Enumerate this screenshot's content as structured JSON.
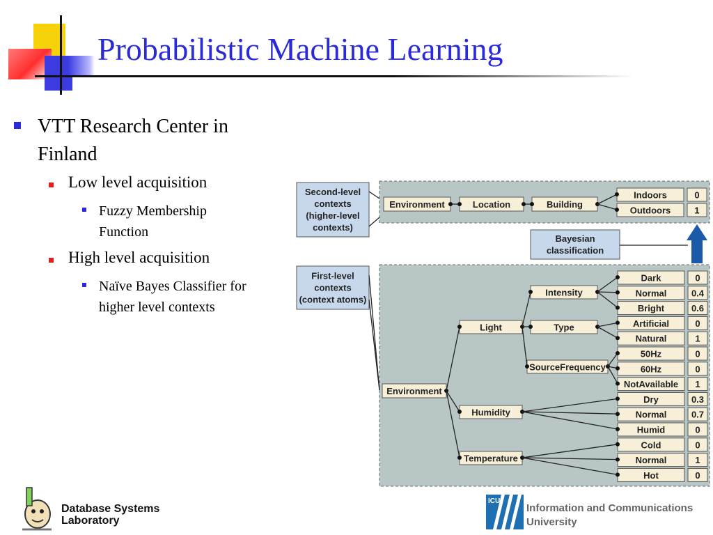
{
  "title": "Probabilistic Machine Learning",
  "bullets": {
    "l1": "VTT Research Center in Finland",
    "l2a": "Low level acquisition",
    "l3a": "Fuzzy Membership Function",
    "l2b": "High level acquisition",
    "l3b": "Naïve Bayes Classifier for higher level contexts"
  },
  "diagram": {
    "second_level_label": [
      "Second-level",
      "contexts",
      "(higher-level",
      "contexts)"
    ],
    "first_level_label": [
      "First-level",
      "contexts",
      "(context atoms)"
    ],
    "bayesian_label": [
      "Bayesian",
      "classification"
    ],
    "top_nodes": [
      "Environment",
      "Location",
      "Building"
    ],
    "top_leaves": [
      {
        "label": "Indoors",
        "value": "0"
      },
      {
        "label": "Outdoors",
        "value": "1"
      }
    ],
    "root": "Environment",
    "level1": [
      "Light",
      "Humidity",
      "Temperature"
    ],
    "level2": [
      "Intensity",
      "Type",
      "SourceFrequency"
    ],
    "leaves": [
      {
        "label": "Dark",
        "value": "0"
      },
      {
        "label": "Normal",
        "value": "0.4"
      },
      {
        "label": "Bright",
        "value": "0.6"
      },
      {
        "label": "Artificial",
        "value": "0"
      },
      {
        "label": "Natural",
        "value": "1"
      },
      {
        "label": "50Hz",
        "value": "0"
      },
      {
        "label": "60Hz",
        "value": "0"
      },
      {
        "label": "NotAvailable",
        "value": "1"
      },
      {
        "label": "Dry",
        "value": "0.3"
      },
      {
        "label": "Normal",
        "value": "0.7"
      },
      {
        "label": "Humid",
        "value": "0"
      },
      {
        "label": "Cold",
        "value": "0"
      },
      {
        "label": "Normal",
        "value": "1"
      },
      {
        "label": "Hot",
        "value": "0"
      }
    ]
  },
  "footer": {
    "lab": [
      "Database Systems",
      "Laboratory"
    ],
    "icu_logo_text": "ICU",
    "university": [
      "Information and Communications",
      "University"
    ]
  }
}
